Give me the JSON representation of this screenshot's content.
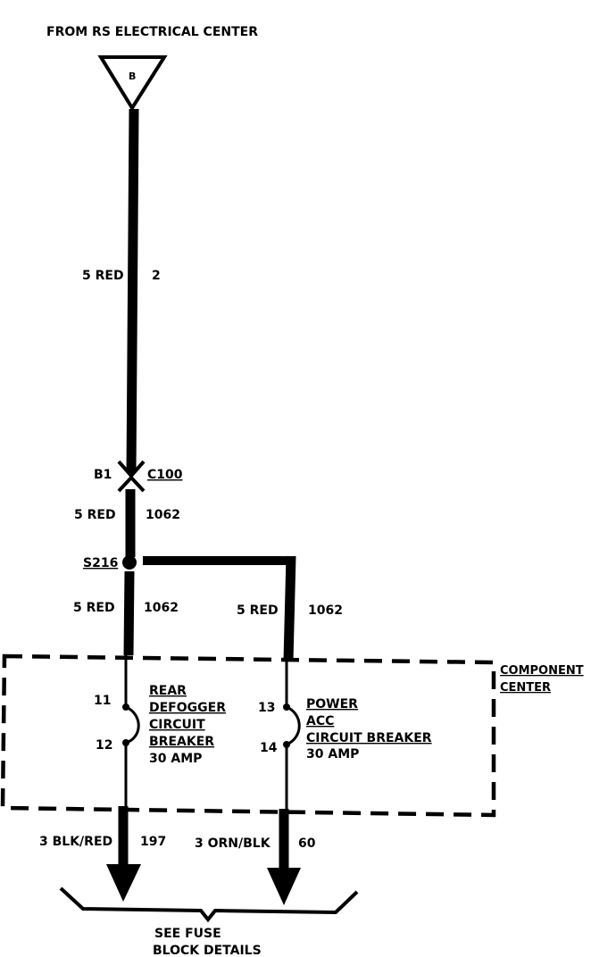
{
  "source": {
    "label": "FROM RS ELECTRICAL CENTER",
    "connector_letter": "B"
  },
  "wires": {
    "main_top": {
      "gauge_color": "5 RED",
      "circuit": "2"
    },
    "after_connector": {
      "gauge_color": "5 RED",
      "circuit": "1062"
    },
    "left_branch": {
      "gauge_color": "5 RED",
      "circuit": "1062"
    },
    "right_branch": {
      "gauge_color": "5 RED",
      "circuit": "1062"
    },
    "left_out": {
      "gauge_color": "3 BLK/RED",
      "circuit": "197"
    },
    "right_out": {
      "gauge_color": "3 ORN/BLK",
      "circuit": "60"
    }
  },
  "connector": {
    "pin": "B1",
    "id": "C100"
  },
  "splice": {
    "id": "S216"
  },
  "component_center": {
    "line1": "COMPONENT",
    "line2": "CENTER"
  },
  "breakers": [
    {
      "pin_in": "11",
      "pin_out": "12",
      "lines": [
        "REAR",
        "DEFOGGER",
        "CIRCUIT",
        "BREAKER"
      ],
      "rating": "30 AMP"
    },
    {
      "pin_in": "13",
      "pin_out": "14",
      "lines": [
        "POWER",
        "ACC",
        "CIRCUIT BREAKER"
      ],
      "rating": "30 AMP"
    }
  ],
  "fuse_block": {
    "line1": "SEE FUSE",
    "line2": "BLOCK DETAILS"
  }
}
